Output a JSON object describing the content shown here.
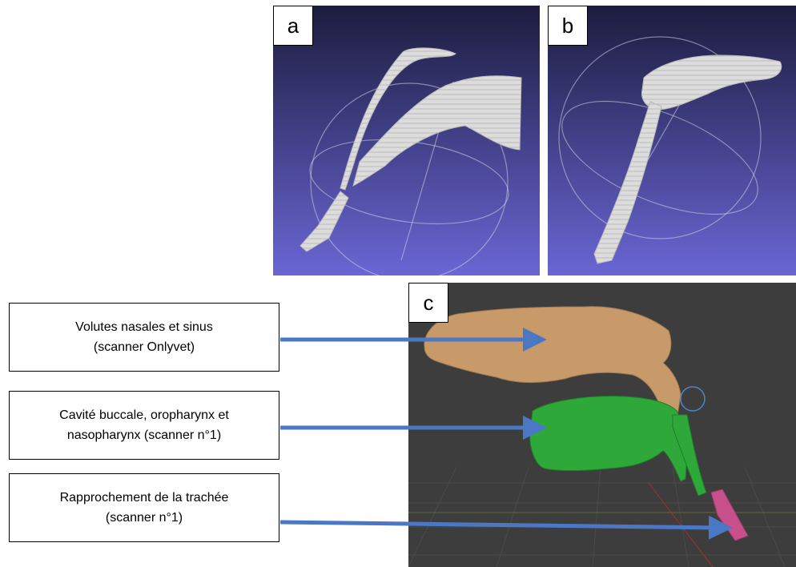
{
  "panels": {
    "a": {
      "label": "a"
    },
    "b": {
      "label": "b"
    },
    "c": {
      "label": "c"
    }
  },
  "callouts": [
    {
      "line1": "Volutes nasales et sinus",
      "line2": "(scanner Onlyvet)"
    },
    {
      "line1": "Cavité buccale, oropharynx et",
      "line2": "nasopharynx (scanner n°1)"
    },
    {
      "line1": "Rapprochement de la trachée",
      "line2": "(scanner n°1)"
    }
  ],
  "colors": {
    "panel_bg_top": "#1c1c3e",
    "panel_bg_bottom": "#6a66d4",
    "viewport_bg": "#3d3d3d",
    "mesh_gray": "#dcdcdc",
    "nasal_tan": "#c89a6a",
    "oral_green": "#2fa83a",
    "trachea_pink": "#c8508a",
    "arrow_blue": "#4a78c4"
  }
}
